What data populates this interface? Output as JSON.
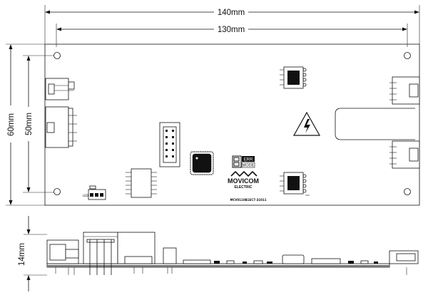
{
  "dimensions": {
    "board_length": "140mm",
    "hole_spacing_x": "130mm",
    "board_height": "60mm",
    "hole_spacing_y": "50mm",
    "component_height": "14mm"
  },
  "board": {
    "logo_err": "ERR",
    "logo_mode": "MODE",
    "brand_name": "MOVICOM",
    "brand_sub": "ELECTRIC",
    "part_number": "MCV0110B1EC7-31011",
    "small_label": "LED",
    "warning_icon": "high-voltage-warning-icon"
  },
  "colors": {
    "line": "#111111",
    "board": "#ffffff"
  }
}
